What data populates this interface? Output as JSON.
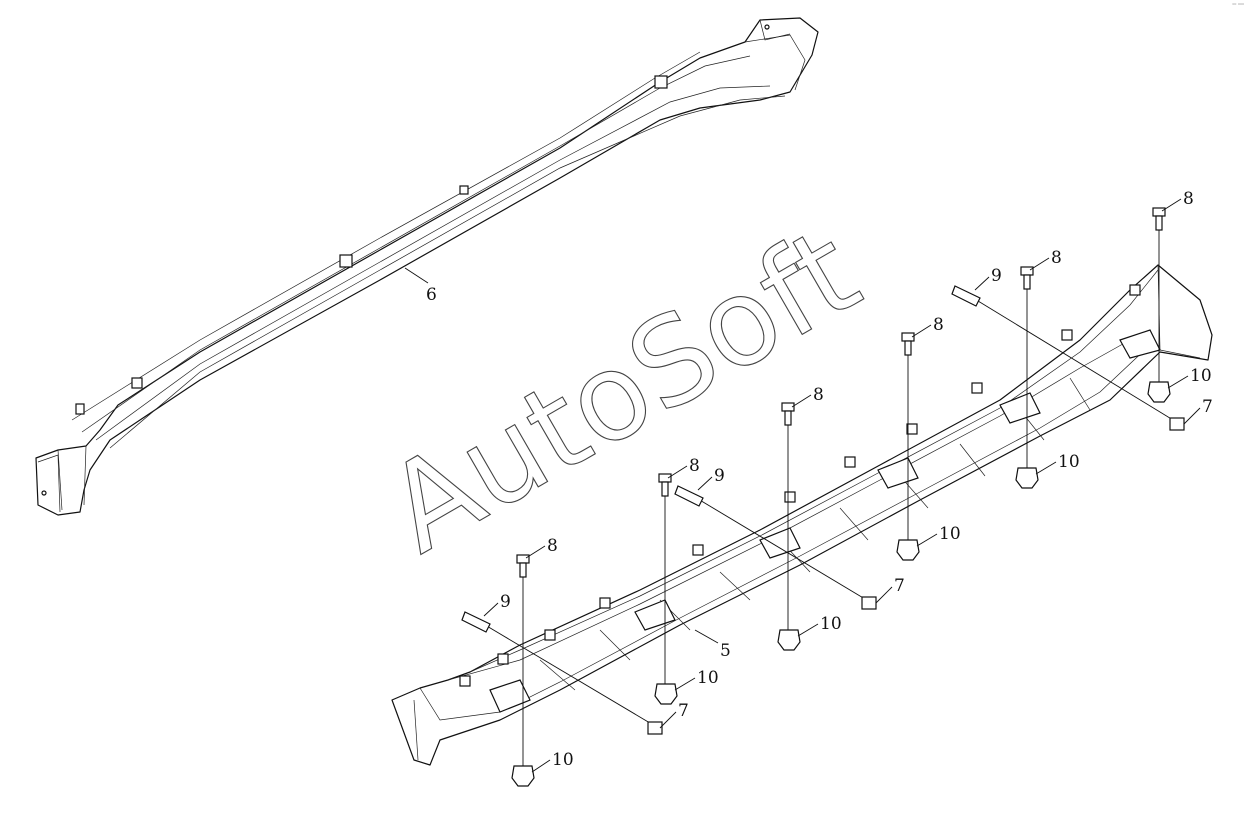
{
  "watermark": "AutoSoft",
  "corner_mark": "⁰⁰ ⁰⁰⁰",
  "callouts": [
    {
      "id": "c6",
      "text": "6"
    },
    {
      "id": "c5",
      "text": "5"
    },
    {
      "id": "c7a",
      "text": "7"
    },
    {
      "id": "c7b",
      "text": "7"
    },
    {
      "id": "c7c",
      "text": "7"
    },
    {
      "id": "c8a",
      "text": "8"
    },
    {
      "id": "c8b",
      "text": "8"
    },
    {
      "id": "c8c",
      "text": "8"
    },
    {
      "id": "c8d",
      "text": "8"
    },
    {
      "id": "c8e",
      "text": "8"
    },
    {
      "id": "c8f",
      "text": "8"
    },
    {
      "id": "c9a",
      "text": "9"
    },
    {
      "id": "c9b",
      "text": "9"
    },
    {
      "id": "c9c",
      "text": "9"
    },
    {
      "id": "c10a",
      "text": "10"
    },
    {
      "id": "c10b",
      "text": "10"
    },
    {
      "id": "c10c",
      "text": "10"
    },
    {
      "id": "c10d",
      "text": "10"
    },
    {
      "id": "c10e",
      "text": "10"
    },
    {
      "id": "c10f",
      "text": "10"
    }
  ]
}
